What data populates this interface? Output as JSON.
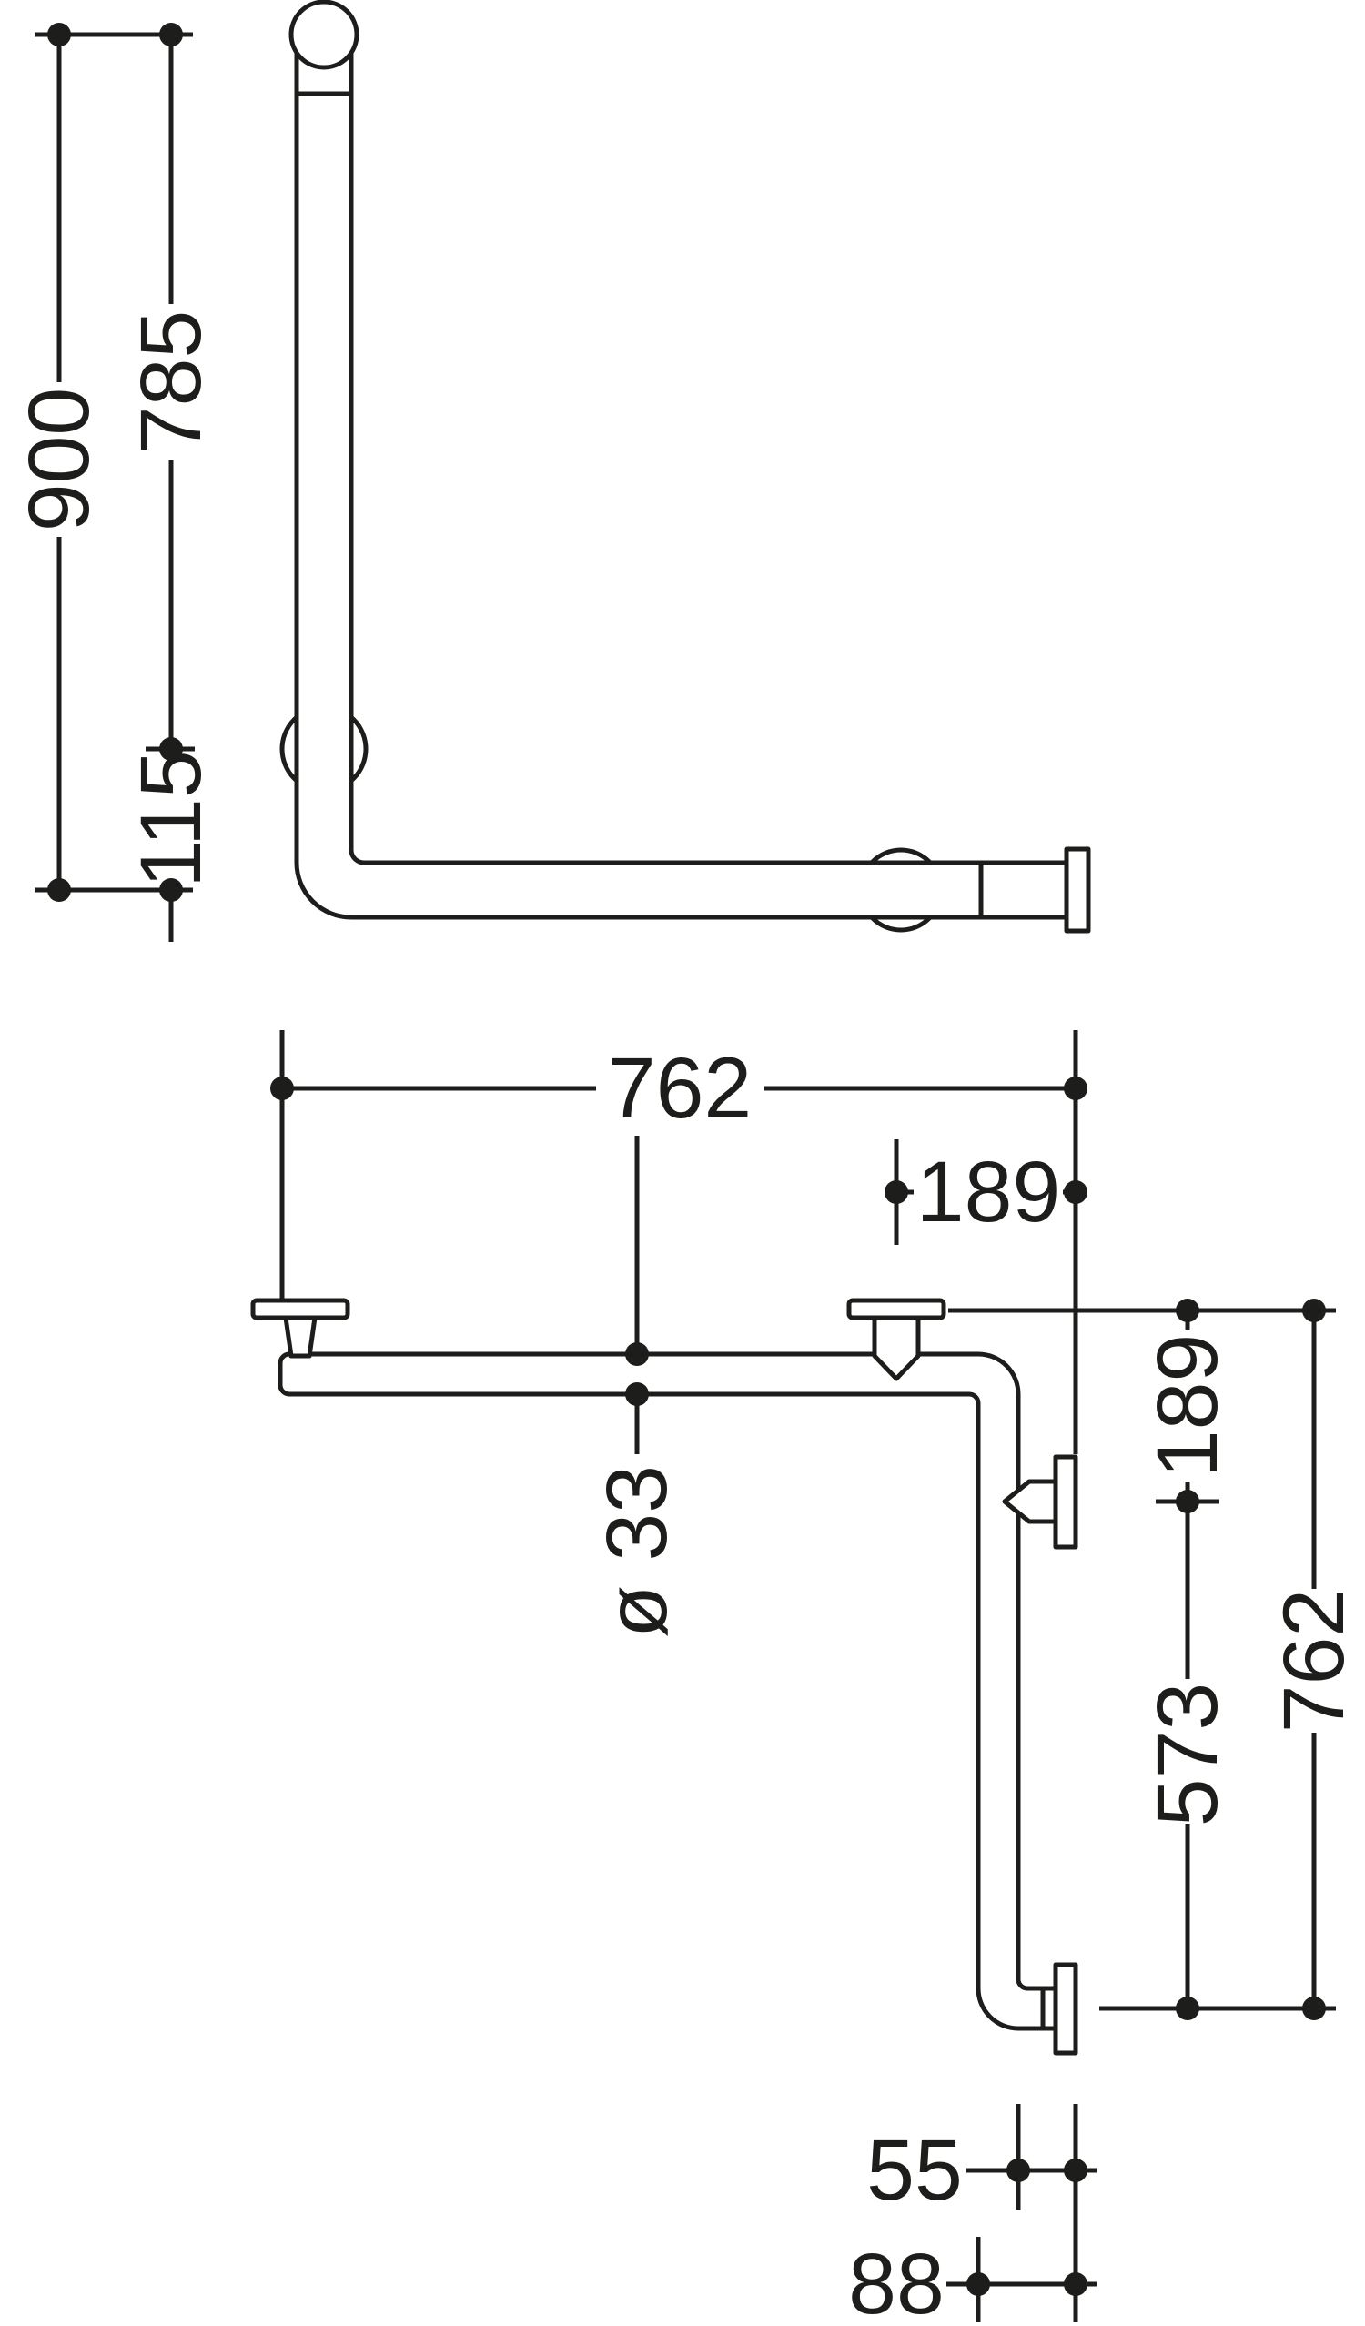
{
  "meta": {
    "background_color": "#ffffff",
    "line_color": "#1d1d1b"
  },
  "front_view": {
    "dims": {
      "overall_height": "900",
      "upper_mount_span": "785",
      "lower_mount_span": "115"
    }
  },
  "plan_view": {
    "dims": {
      "horizontal_length": "762",
      "corner_to_wall": "189",
      "tube_diameter": "ø 33",
      "wall_to_side_mount": "189",
      "side_mount_to_end": "573",
      "vertical_length": "762",
      "wall_to_tube_inner": "55",
      "wall_to_tube_outer": "88"
    }
  }
}
